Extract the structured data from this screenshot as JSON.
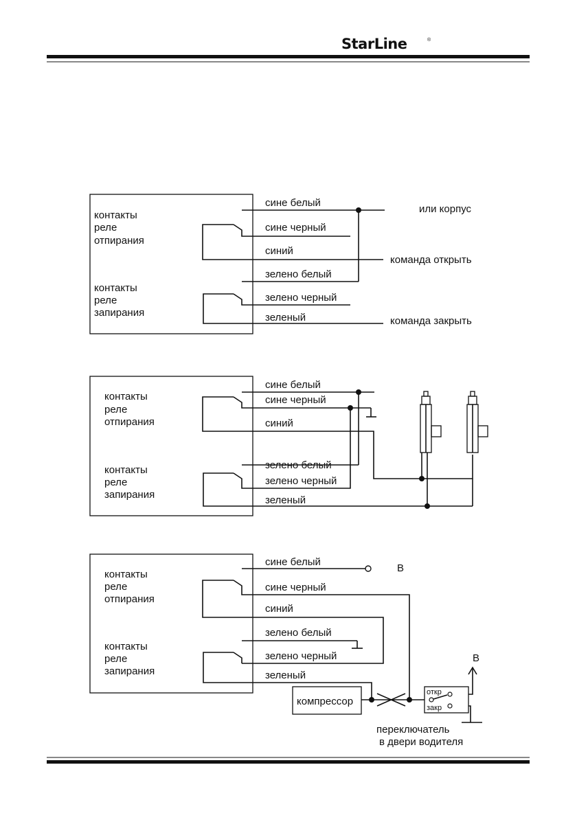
{
  "header": {
    "logo_text": "StarLine",
    "logo_mark": "®"
  },
  "diagram1": {
    "relay_unlock": [
      "контакты",
      "реле",
      "отпирания"
    ],
    "relay_lock": [
      "контакты",
      "реле",
      "запирания"
    ],
    "wires": [
      "сине белый",
      "сине черный",
      "синий",
      "зелено белый",
      "зелено черный",
      "зеленый"
    ],
    "right_labels": {
      "ground": "или корпус",
      "cmd_open": "команда открыть",
      "cmd_close": "команда закрыть"
    }
  },
  "diagram2": {
    "relay_unlock": [
      "контакты",
      "реле",
      "отпирания"
    ],
    "relay_lock": [
      "контакты",
      "реле",
      "запирания"
    ],
    "wires": [
      "сине белый",
      "сине черный",
      "синий",
      "зелено белый",
      "зелено черный",
      "зеленый"
    ]
  },
  "diagram3": {
    "relay_unlock": [
      "контакты",
      "реле",
      "отпирания"
    ],
    "relay_lock": [
      "контакты",
      "реле",
      "запирания"
    ],
    "wires": [
      "сине белый",
      "сине черный",
      "синий",
      "зелено белый",
      "зелено черный",
      "зеленый"
    ],
    "b_label_1": "B",
    "b_label_2": "B",
    "compressor": "компрессор",
    "switch_open": "откр",
    "switch_close": "закр",
    "switch_caption": [
      "переключатель",
      "в двери водителя"
    ]
  }
}
